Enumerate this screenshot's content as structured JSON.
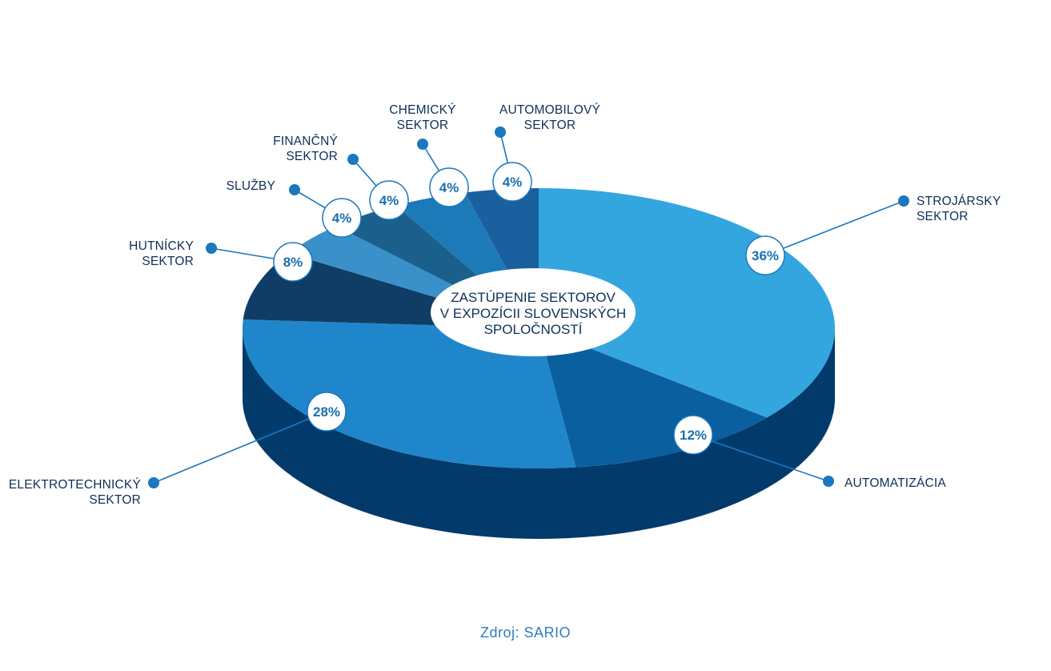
{
  "chart_data": {
    "type": "pie",
    "center_label": [
      "ZASTÚPENIE SEKTOROV",
      "V EXPOZÍCII SLOVENSKÝCH",
      "SPOLOČNOSTÍ"
    ],
    "slices": [
      {
        "name": [
          "STROJÁRSKY",
          "SEKTOR"
        ],
        "value": 36,
        "label": "36%",
        "color": "#33a6e0"
      },
      {
        "name": [
          "AUTOMATIZÁCIA"
        ],
        "value": 12,
        "label": "12%",
        "color": "#0a5f9e"
      },
      {
        "name": [
          "ELEKTROTECHNICKÝ",
          "SEKTOR"
        ],
        "value": 28,
        "label": "28%",
        "color": "#1f86cb"
      },
      {
        "name": [
          "HUTNÍCKY",
          "SEKTOR"
        ],
        "value": 8,
        "label": "8%",
        "color": "#0f3d66"
      },
      {
        "name": [
          "SLUŽBY"
        ],
        "value": 4,
        "label": "4%",
        "color": "#3a90c8"
      },
      {
        "name": [
          "FINANČNÝ",
          "SEKTOR"
        ],
        "value": 4,
        "label": "4%",
        "color": "#1b5f8c"
      },
      {
        "name": [
          "CHEMICKÝ",
          "SEKTOR"
        ],
        "value": 4,
        "label": "4%",
        "color": "#1d7ab8"
      },
      {
        "name": [
          "AUTOMOBILOVÝ",
          "SEKTOR"
        ],
        "value": 4,
        "label": "4%",
        "color": "#1b609e"
      }
    ],
    "side_color": "#033a6c"
  },
  "source": "Zdroj: SARIO"
}
